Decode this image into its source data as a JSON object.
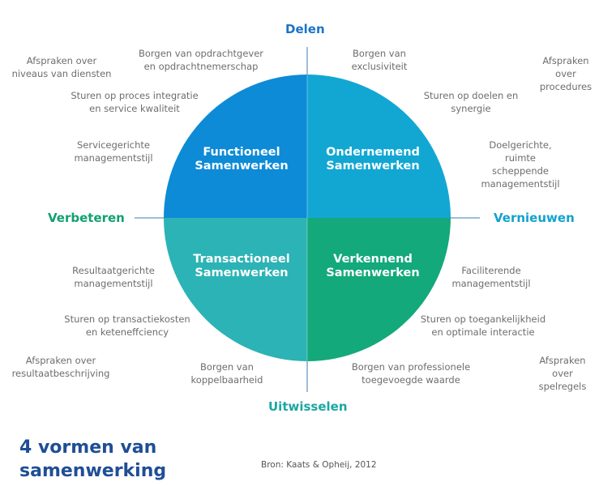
{
  "colors": {
    "top_left": "#0d8bd6",
    "top_right": "#12a7d3",
    "bottom_left": "#2cb3b5",
    "bottom_right": "#13a97a",
    "axis_top": "#1a74c7",
    "axis_left": "#12a073",
    "axis_right": "#13a2cf",
    "axis_bottom": "#1aa7a2",
    "axis_line": "#7fa6cf",
    "label_text": "#6d6d6d",
    "title": "#1f4e96"
  },
  "axes": {
    "top": "Delen",
    "bottom": "Uitwisselen",
    "left": "Verbeteren",
    "right": "Vernieuwen"
  },
  "quadrants": {
    "top_left": "Functioneel\nSamenwerken",
    "top_right": "Ondernemend\nSamenwerken",
    "bottom_left": "Transactioneel\nSamenwerken",
    "bottom_right": "Verkennend\nSamenwerken"
  },
  "labels": {
    "tl_outer": "Afspraken over\nniveaus van diensten",
    "tl_1": "Borgen van opdrachtgever\nen opdrachtnemerschap",
    "tl_2": "Sturen op proces integratie\nen service kwaliteit",
    "tl_3": "Servicegerichte\nmanagementstijl",
    "tr_outer": "Afspraken over\nprocedures",
    "tr_1": "Borgen van\nexclusiviteit",
    "tr_2": "Sturen op doelen en\nsynergie",
    "tr_3": "Doelgerichte, ruimte\nscheppende managementstijl",
    "bl_outer": "Afspraken over\nresultaatbeschrijving",
    "bl_1": "Resultaatgerichte\nmanagementstijl",
    "bl_2": "Sturen op transactiekosten\nen keteneffciency",
    "bl_3": "Borgen van\nkoppelbaarheid",
    "br_outer": "Afspraken over\nspelregels",
    "br_1": "Faciliterende\nmanagementstijl",
    "br_2": "Sturen op toegankelijkheid\nen optimale interactie",
    "br_3": "Borgen van professionele\ntoegevoegde waarde"
  },
  "title": "4 vormen van\nsamenwerking",
  "source": "Bron: Kaats & Opheij, 2012"
}
